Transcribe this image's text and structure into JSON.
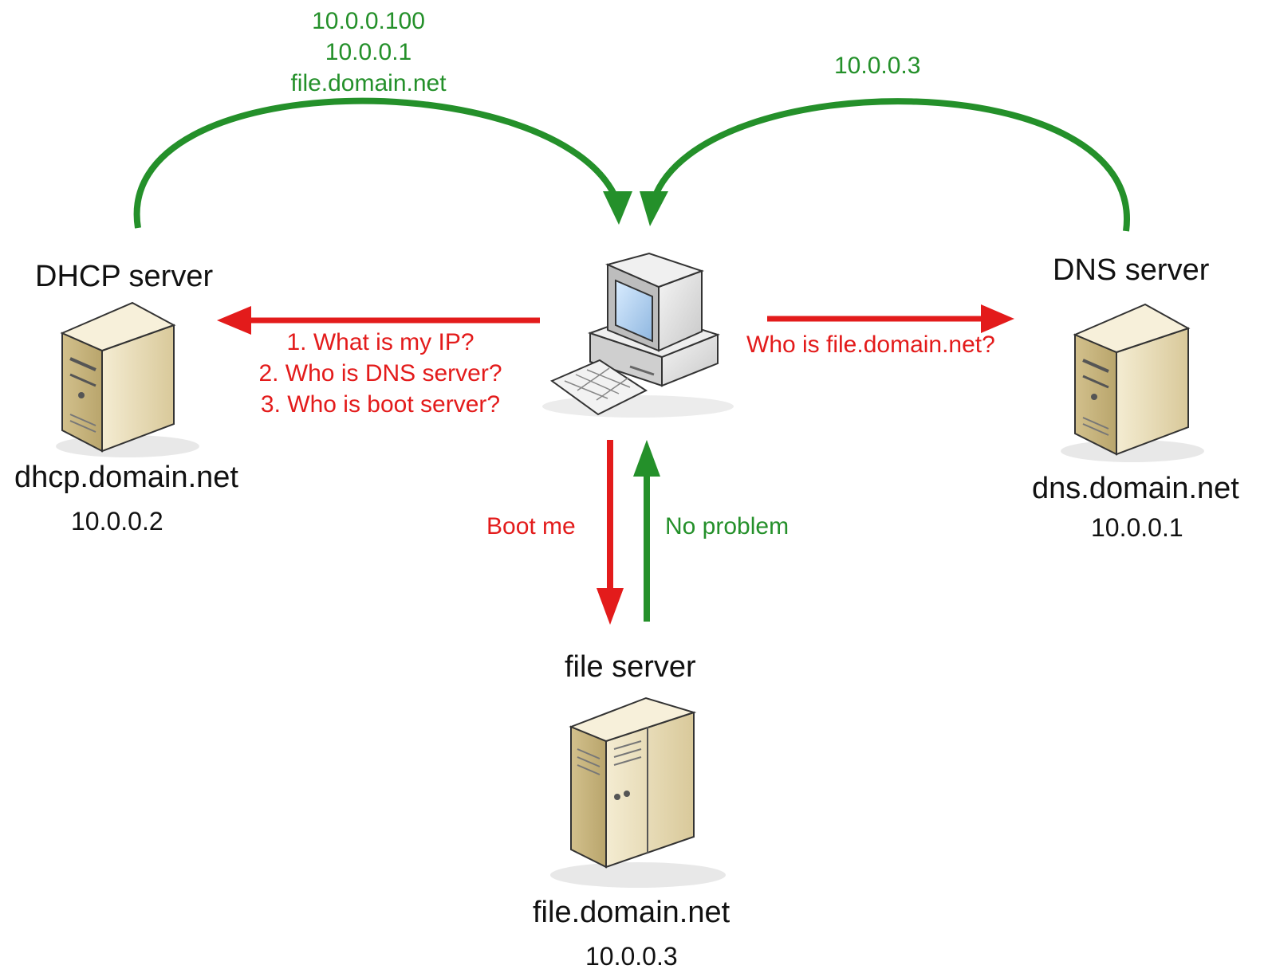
{
  "colors": {
    "request": "#e31b1b",
    "response": "#24902a",
    "server_body": "#e8dcbc",
    "text": "#111111"
  },
  "nodes": {
    "dhcp": {
      "title": "DHCP server",
      "hostname": "dhcp.domain.net",
      "ip": "10.0.0.2",
      "icon": "server-tower-icon"
    },
    "dns": {
      "title": "DNS server",
      "hostname": "dns.domain.net",
      "ip": "10.0.0.1",
      "icon": "server-tower-icon"
    },
    "file": {
      "title": "file server",
      "hostname": "file.domain.net",
      "ip": "10.0.0.3",
      "icon": "file-server-icon"
    },
    "client": {
      "icon": "desktop-computer-icon"
    }
  },
  "flows": {
    "dhcp_request": {
      "lines": [
        "1. What is my IP?",
        "2. Who is DNS server?",
        "3. Who is boot server?"
      ]
    },
    "dhcp_reply": {
      "lines": [
        "10.0.0.100",
        "10.0.0.1",
        "file.domain.net"
      ]
    },
    "dns_request": {
      "text": "Who is file.domain.net?"
    },
    "dns_reply": {
      "text": "10.0.0.3"
    },
    "file_request": {
      "text": "Boot me"
    },
    "file_reply": {
      "text": "No problem"
    }
  }
}
